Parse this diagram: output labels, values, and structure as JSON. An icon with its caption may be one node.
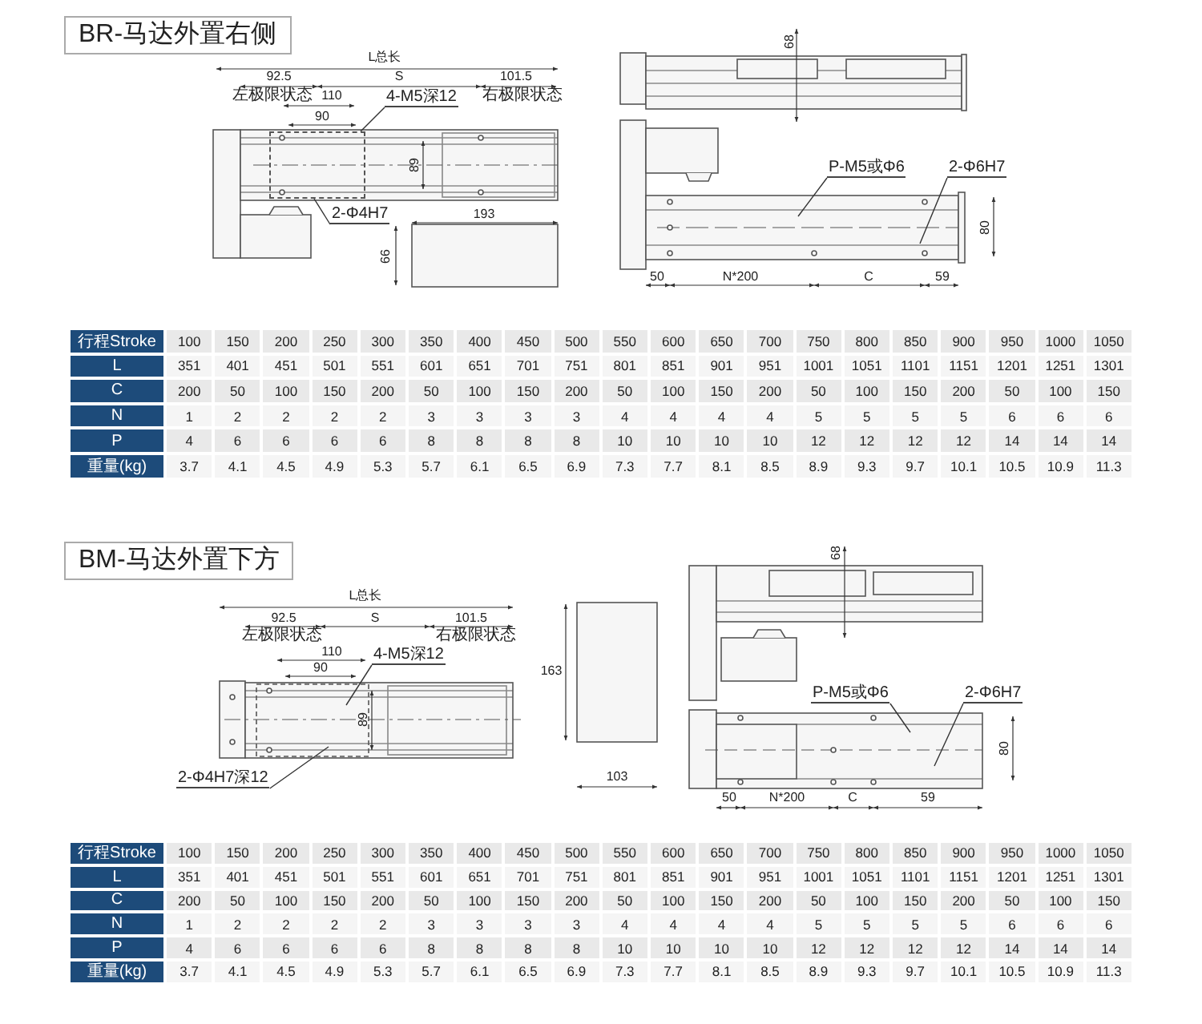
{
  "diagram": {
    "nodes": [
      {
        "text": [
          "BR-马达外置右侧"
        ]
      },
      {
        "text": [
          "4-M5深12"
        ]
      },
      {
        "text": [
          "2-Φ4H7"
        ]
      },
      {
        "text": [
          "P-M5或Φ6"
        ]
      },
      {
        "text": [
          "2-Φ6H7"
        ]
      },
      {
        "text": [
          "BM-马达外置下方"
        ]
      },
      {
        "text": [
          "4-M5深12"
        ]
      },
      {
        "text": [
          "2-Φ4H7深12"
        ]
      },
      {
        "text": [
          "P-M5或Φ6"
        ]
      },
      {
        "text": [
          "2-Φ6H7"
        ]
      },
      {
        "text": [],
        "shape": "box"
      }
    ],
    "edges": [
      {
        "from": 1,
        "to": 10,
        "arrow": "none"
      },
      {
        "from": 2,
        "to": 10,
        "arrow": "none"
      },
      {
        "from": 3,
        "to": null,
        "arrow": "none"
      },
      {
        "from": 4,
        "to": null,
        "arrow": "none"
      },
      {
        "from": 6,
        "to": null,
        "arrow": "none"
      },
      {
        "from": 7,
        "to": null,
        "arrow": "none"
      },
      {
        "from": 8,
        "to": null,
        "arrow": "none"
      },
      {
        "from": 9,
        "to": null,
        "arrow": "none"
      }
    ],
    "labels": [
      "68",
      "L总长",
      "92.5",
      "S",
      "101.5",
      "左极限状态",
      "110",
      "右极限状态",
      "90",
      "89",
      "193",
      "80",
      "66",
      "50",
      "N*200",
      "C",
      "59",
      "行程Stroke",
      "100",
      "150",
      "200",
      "250",
      "300",
      "350",
      "400",
      "450",
      "500",
      "550",
      "600",
      "650",
      "700",
      "750",
      "800",
      "850",
      "900",
      "950",
      "1000",
      "1050",
      "L",
      "351",
      "401",
      "451",
      "501",
      "551",
      "601",
      "651",
      "701",
      "751",
      "801",
      "851",
      "901",
      "951",
      "1001",
      "1051",
      "1101",
      "1151",
      "1201",
      "1251",
      "1301",
      "C",
      "200",
      "50",
      "100",
      "150",
      "200",
      "50",
      "100",
      "150",
      "200",
      "50",
      "100",
      "150",
      "200",
      "50",
      "100",
      "150",
      "200",
      "50",
      "100",
      "150",
      "N",
      "1",
      "2",
      "2",
      "2",
      "2",
      "3",
      "3",
      "3",
      "3",
      "4",
      "4",
      "4",
      "4",
      "5",
      "5",
      "5",
      "5",
      "6",
      "6",
      "6",
      "P",
      "4",
      "6",
      "6",
      "6",
      "6",
      "8",
      "8",
      "8",
      "8",
      "10",
      "10",
      "10",
      "10",
      "12",
      "12",
      "12",
      "12",
      "14",
      "14",
      "14",
      "重量(kg)",
      "3.7",
      "4.1",
      "4.5",
      "4.9",
      "5.3",
      "5.7",
      "6.1",
      "6.5",
      "6.9",
      "7.3",
      "7.7",
      "8.1",
      "8.5",
      "8.9",
      "9.3",
      "9.7",
      "10.1",
      "10.5",
      "10.9",
      "11.3",
      "68",
      "L总长",
      "92.5",
      "S",
      "101.5",
      "左极限状态",
      "右极限状态",
      "110",
      "90",
      "163",
      "89",
      "80",
      "103",
      "50",
      "N*200",
      "C",
      "59",
      "行程Stroke",
      "100",
      "150",
      "200",
      "250",
      "300",
      "350",
      "400",
      "450",
      "500",
      "550",
      "600",
      "650",
      "700",
      "750",
      "800",
      "850",
      "900",
      "950",
      "1000",
      "1050",
      "L",
      "351",
      "401",
      "451",
      "501",
      "551",
      "601",
      "651",
      "701",
      "751",
      "801",
      "851",
      "901",
      "951",
      "1001",
      "1051",
      "1101",
      "1151",
      "1201",
      "1251",
      "1301",
      "C",
      "200",
      "50",
      "100",
      "150",
      "200",
      "50",
      "100",
      "150",
      "200",
      "50",
      "100",
      "150",
      "200",
      "50",
      "100",
      "150",
      "200",
      "50",
      "100",
      "150",
      "N",
      "1",
      "2",
      "2",
      "2",
      "2",
      "3",
      "3",
      "3",
      "3",
      "4",
      "4",
      "4",
      "4",
      "5",
      "5",
      "5",
      "5",
      "6",
      "6",
      "6",
      "P",
      "4",
      "6",
      "6",
      "6",
      "6",
      "8",
      "8",
      "8",
      "8",
      "10",
      "10",
      "10",
      "10",
      "12",
      "12",
      "12",
      "12",
      "14",
      "14",
      "14",
      "重量(kg)",
      "3.7",
      "4.1",
      "4.5",
      "4.9",
      "5.3",
      "5.7",
      "6.1",
      "6.5",
      "6.9",
      "7.3",
      "7.7",
      "8.1",
      "8.5",
      "8.9",
      "9.3",
      "9.7",
      "10.1",
      "10.5",
      "10.9",
      "11.3"
    ]
  }
}
